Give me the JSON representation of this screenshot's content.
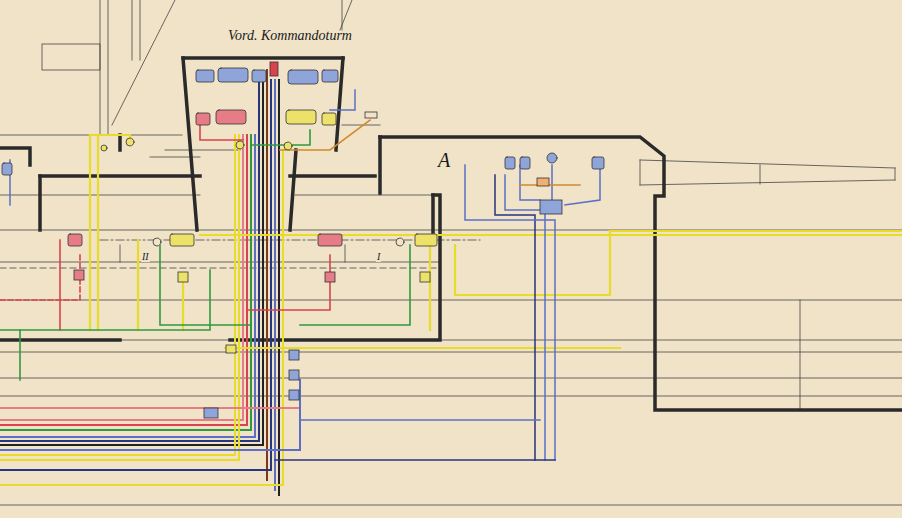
{
  "diagram": {
    "nodes": [
      {
        "text": [
          "A"
        ]
      }
    ],
    "labels": [
      "Vord. Kommandoturm",
      "II",
      "I"
    ]
  }
}
